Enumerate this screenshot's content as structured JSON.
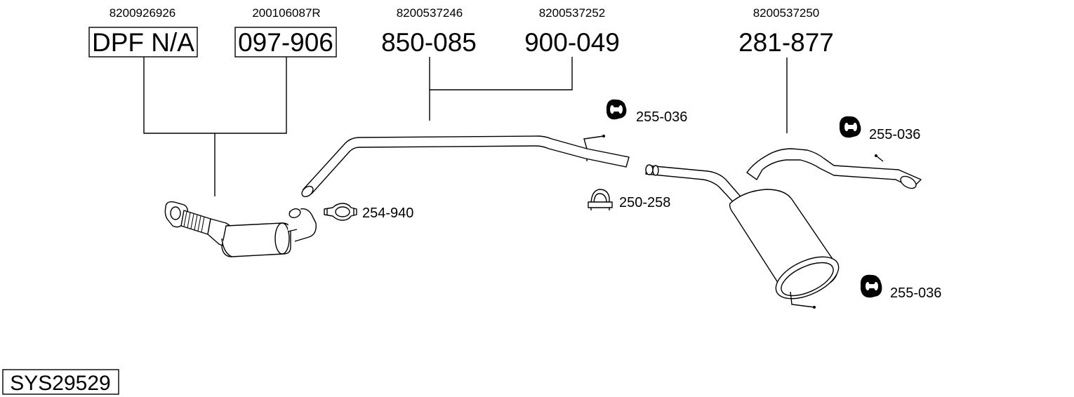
{
  "system_code": "SYS29529",
  "callouts": [
    {
      "oem": "8200926926",
      "part": "DPF N/A"
    },
    {
      "oem": "200106087R",
      "part": "097-906"
    },
    {
      "oem": "8200537246",
      "part": "850-085"
    },
    {
      "oem": "8200537252",
      "part": "900-049"
    },
    {
      "oem": "8200537250",
      "part": "281-877"
    }
  ],
  "accessories": [
    {
      "part": "255-036",
      "type": "rubber-hanger"
    },
    {
      "part": "255-036",
      "type": "rubber-hanger"
    },
    {
      "part": "255-036",
      "type": "rubber-hanger"
    },
    {
      "part": "254-940",
      "type": "pipe-clamp"
    },
    {
      "part": "250-258",
      "type": "u-bolt-clamp"
    }
  ]
}
